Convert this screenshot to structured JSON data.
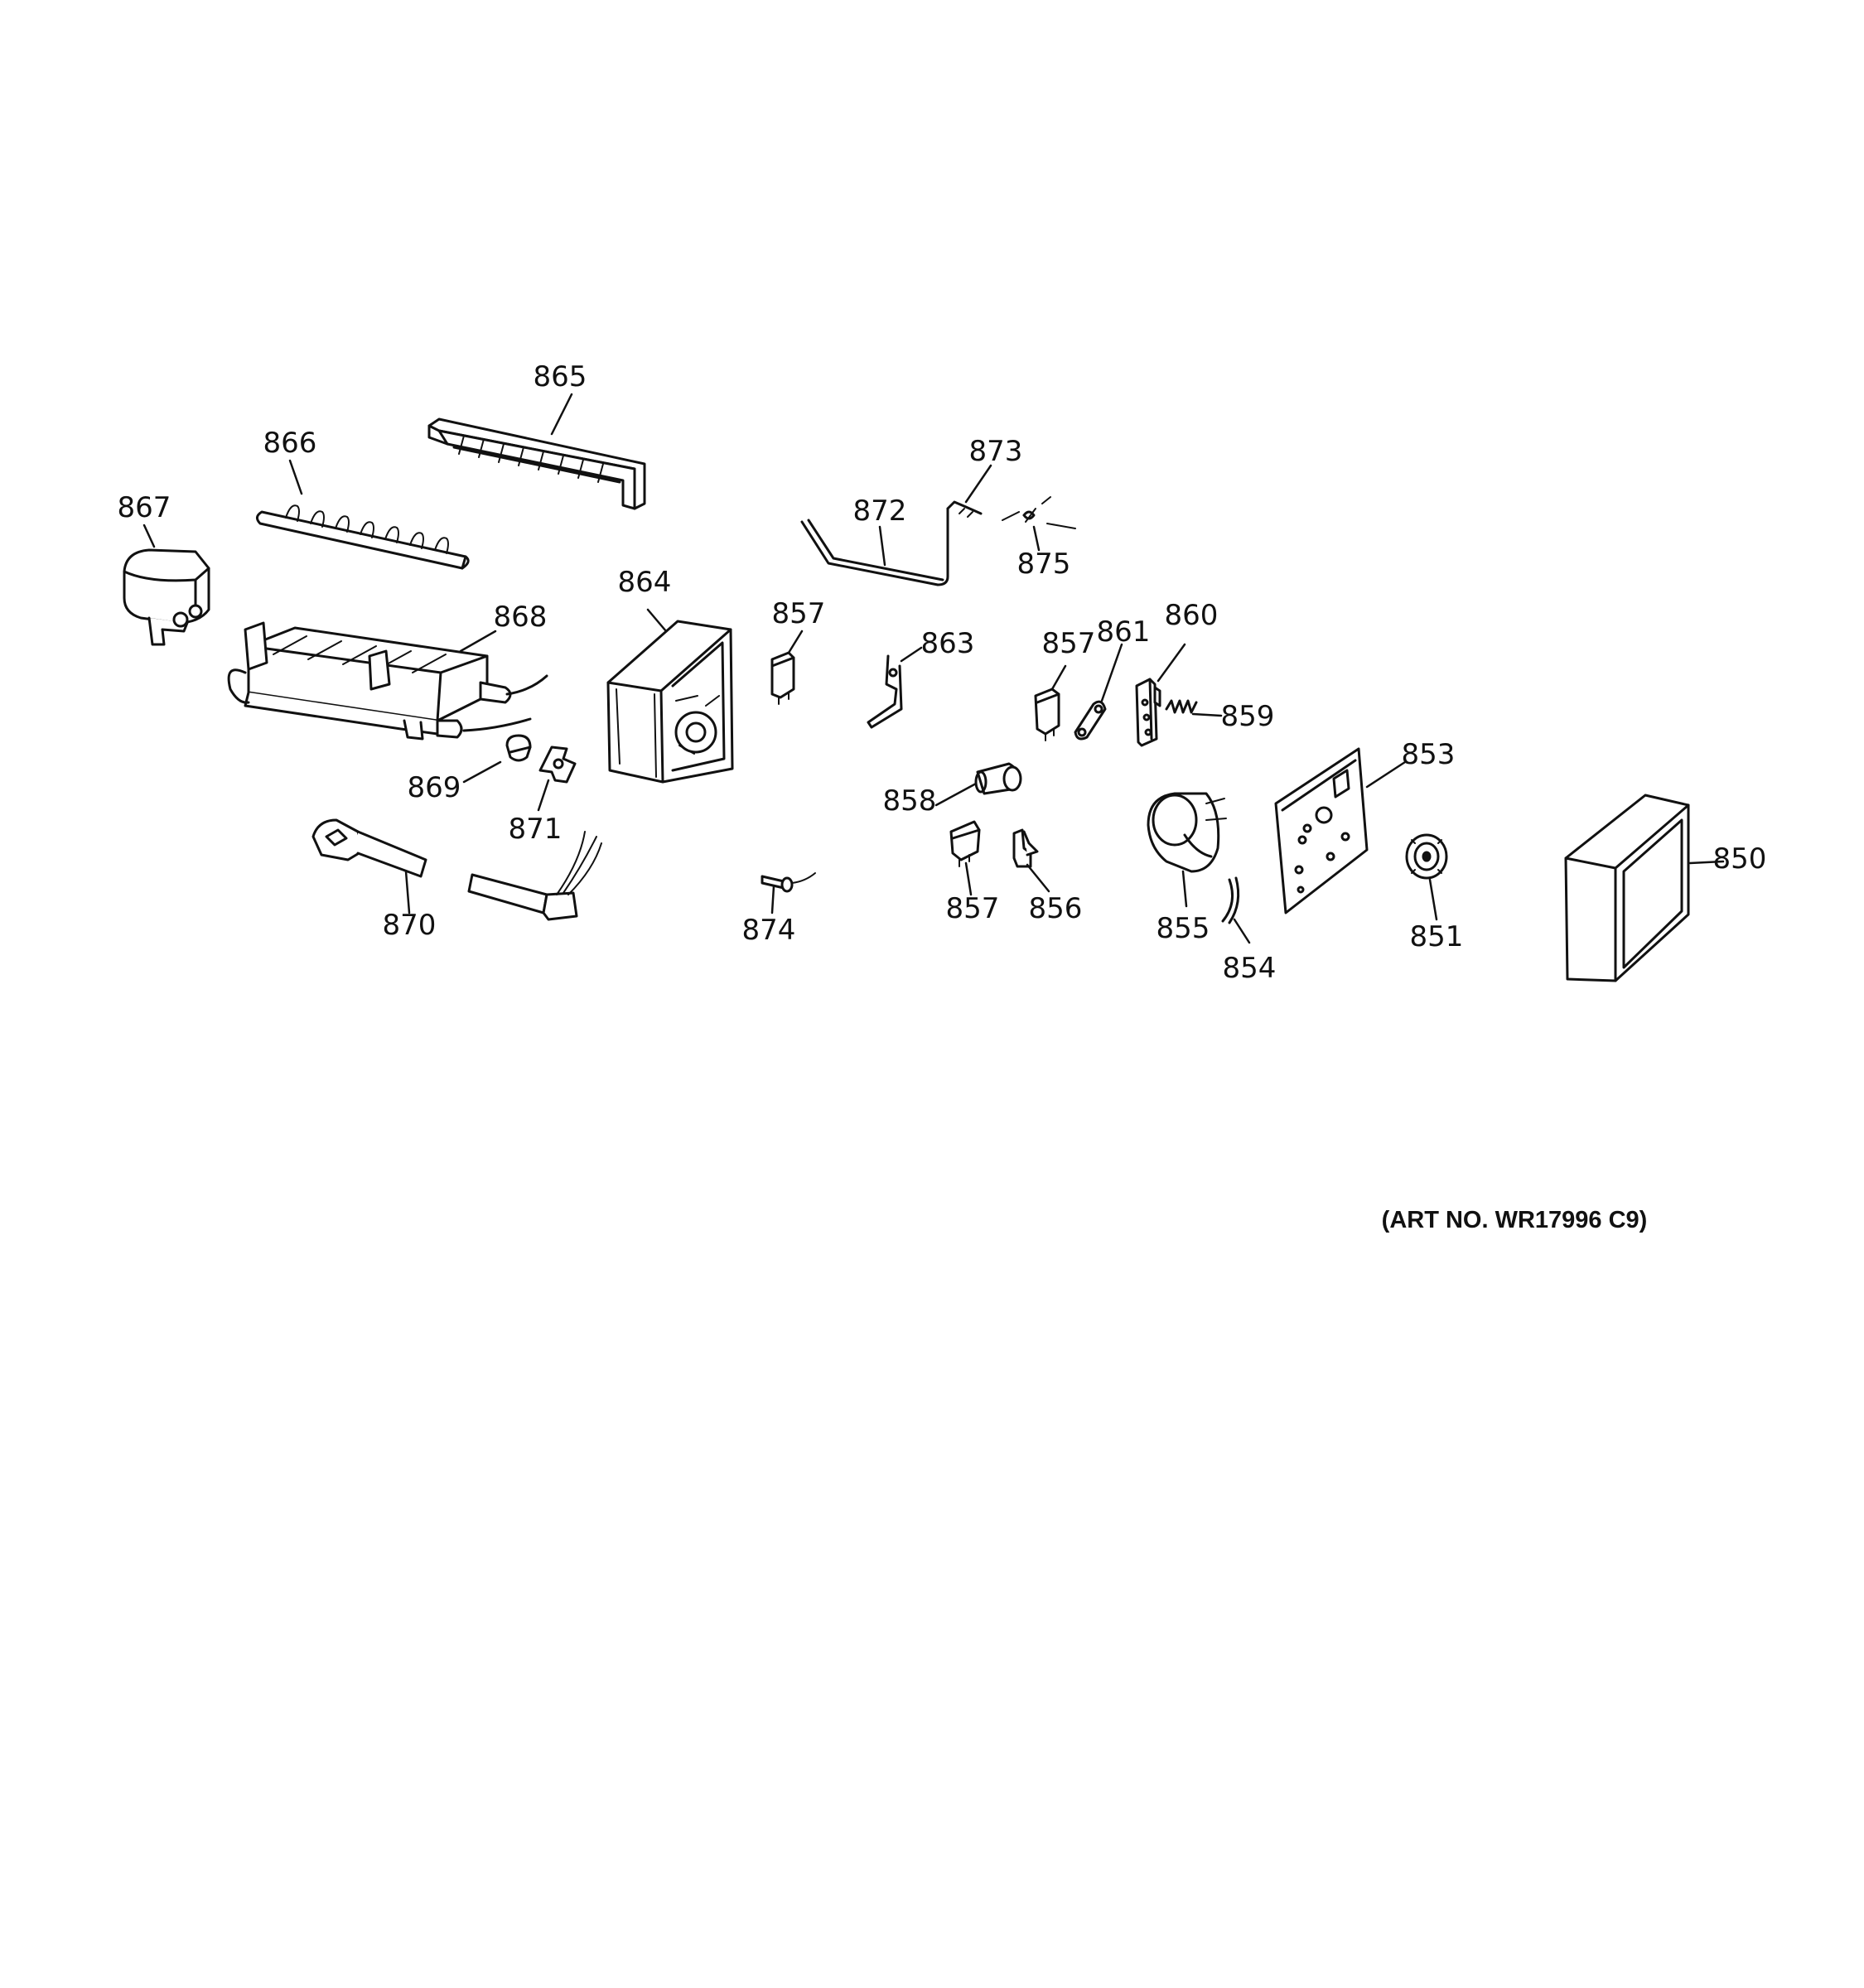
{
  "parts": [
    {
      "id": "p865",
      "number": "865"
    },
    {
      "id": "p866",
      "number": "866"
    },
    {
      "id": "p867",
      "number": "867"
    },
    {
      "id": "p868",
      "number": "868"
    },
    {
      "id": "p864",
      "number": "864"
    },
    {
      "id": "p873",
      "number": "873"
    },
    {
      "id": "p872",
      "number": "872"
    },
    {
      "id": "p875",
      "number": "875"
    },
    {
      "id": "p857a",
      "number": "857"
    },
    {
      "id": "p863",
      "number": "863"
    },
    {
      "id": "p857b",
      "number": "857"
    },
    {
      "id": "p861",
      "number": "861"
    },
    {
      "id": "p860",
      "number": "860"
    },
    {
      "id": "p859",
      "number": "859"
    },
    {
      "id": "p853",
      "number": "853"
    },
    {
      "id": "p869",
      "number": "869"
    },
    {
      "id": "p871",
      "number": "871"
    },
    {
      "id": "p858",
      "number": "858"
    },
    {
      "id": "p850",
      "number": "850"
    },
    {
      "id": "p870",
      "number": "870"
    },
    {
      "id": "p874",
      "number": "874"
    },
    {
      "id": "p857c",
      "number": "857"
    },
    {
      "id": "p856",
      "number": "856"
    },
    {
      "id": "p855",
      "number": "855"
    },
    {
      "id": "p854",
      "number": "854"
    },
    {
      "id": "p851",
      "number": "851"
    }
  ],
  "art_number": "(ART NO. WR17996 C9)"
}
